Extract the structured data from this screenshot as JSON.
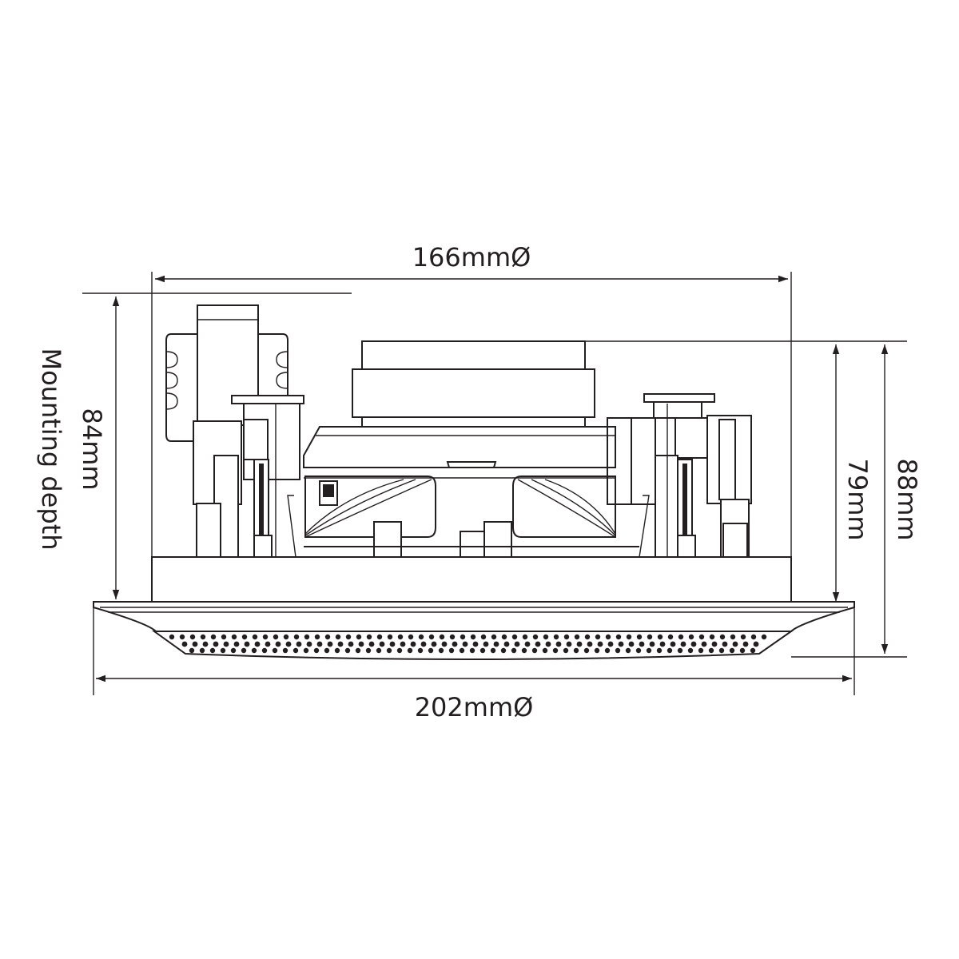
{
  "diagram": {
    "dimensions": {
      "inner_diameter": "166mmØ",
      "outer_diameter": "202mmØ",
      "mounting_depth_value": "84mm",
      "mounting_depth_label": "Mounting depth",
      "height_79": "79mm",
      "height_88": "88mm"
    }
  }
}
